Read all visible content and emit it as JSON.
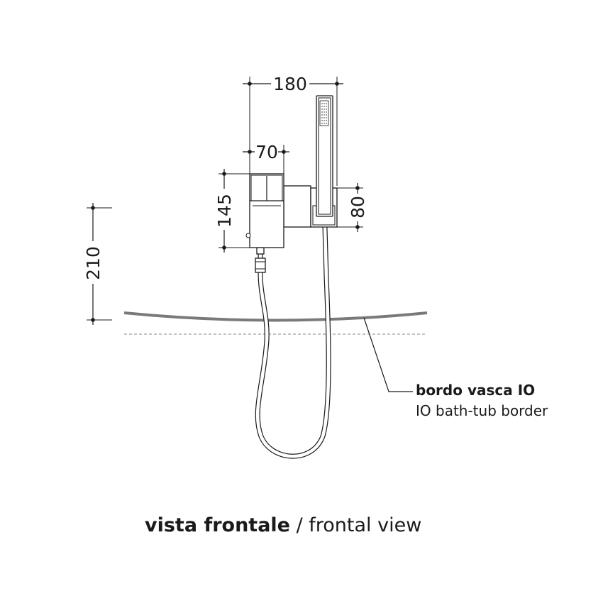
{
  "dimensions": {
    "width_total": "180",
    "width_mixer": "70",
    "height_mixer": "145",
    "height_bracket": "80",
    "height_above_rim": "210"
  },
  "callout": {
    "label_it": "bordo vasca IO",
    "label_en": "IO bath-tub border"
  },
  "caption": {
    "title_it": "vista frontale",
    "separator": " / ",
    "title_en": "frontal view"
  }
}
